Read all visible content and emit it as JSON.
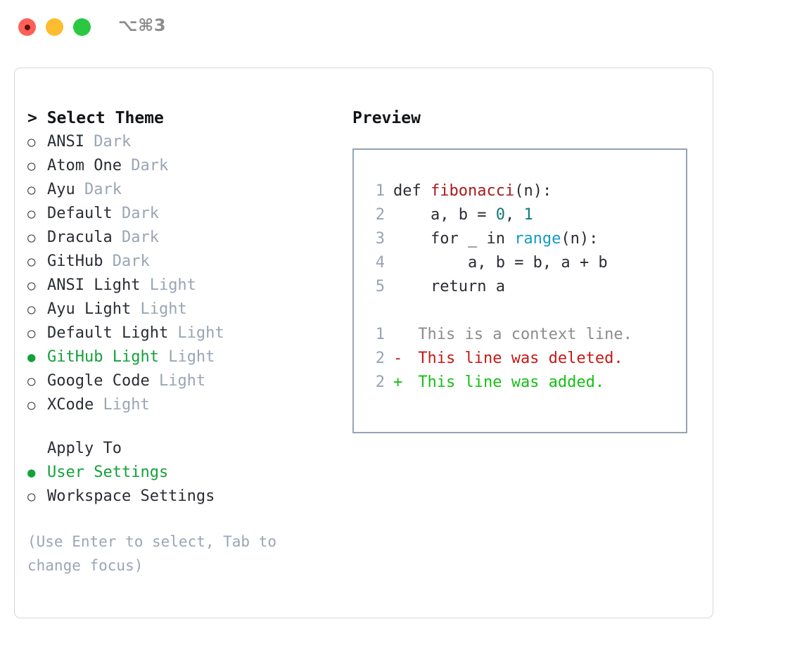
{
  "titlebar": {
    "shortcut": "⌥⌘3",
    "lights": [
      {
        "name": "close",
        "color": "#ff5f57"
      },
      {
        "name": "minimize",
        "color": "#febc2e"
      },
      {
        "name": "maximize",
        "color": "#28c840"
      }
    ]
  },
  "theme_list": {
    "header": "> Select Theme",
    "prompt": ">",
    "marker_unselected": "○",
    "marker_selected": "●",
    "items": [
      {
        "name": "ANSI",
        "tag": "Dark",
        "selected": false
      },
      {
        "name": "Atom One",
        "tag": "Dark",
        "selected": false
      },
      {
        "name": "Ayu",
        "tag": "Dark",
        "selected": false
      },
      {
        "name": "Default",
        "tag": "Dark",
        "selected": false
      },
      {
        "name": "Dracula",
        "tag": "Dark",
        "selected": false
      },
      {
        "name": "GitHub",
        "tag": "Dark",
        "selected": false
      },
      {
        "name": "ANSI Light",
        "tag": "Light",
        "selected": false
      },
      {
        "name": "Ayu Light",
        "tag": "Light",
        "selected": false
      },
      {
        "name": "Default Light",
        "tag": "Light",
        "selected": false
      },
      {
        "name": "GitHub Light",
        "tag": "Light",
        "selected": true
      },
      {
        "name": "Google Code",
        "tag": "Light",
        "selected": false
      },
      {
        "name": "XCode",
        "tag": "Light",
        "selected": false
      }
    ]
  },
  "apply_to": {
    "header": "Apply To",
    "items": [
      {
        "name": "User Settings",
        "selected": true
      },
      {
        "name": "Workspace Settings",
        "selected": false
      }
    ]
  },
  "hint": "(Use Enter to select, Tab to change focus)",
  "preview": {
    "header": "Preview",
    "code_lines": [
      {
        "number": "1",
        "tokens": [
          {
            "text": "def ",
            "kind": "plain"
          },
          {
            "text": "fibonacci",
            "kind": "fn"
          },
          {
            "text": "(n):",
            "kind": "plain"
          }
        ]
      },
      {
        "number": "2",
        "tokens": [
          {
            "text": "    a, b = ",
            "kind": "plain"
          },
          {
            "text": "0",
            "kind": "num"
          },
          {
            "text": ", ",
            "kind": "plain"
          },
          {
            "text": "1",
            "kind": "num"
          }
        ]
      },
      {
        "number": "3",
        "tokens": [
          {
            "text": "    for _ in ",
            "kind": "plain"
          },
          {
            "text": "range",
            "kind": "call"
          },
          {
            "text": "(n):",
            "kind": "plain"
          }
        ]
      },
      {
        "number": "4",
        "tokens": [
          {
            "text": "        a, b = b, a + b",
            "kind": "plain"
          }
        ]
      },
      {
        "number": "5",
        "tokens": [
          {
            "text": "    return a",
            "kind": "plain"
          }
        ]
      }
    ],
    "diff_lines": [
      {
        "number": "1",
        "sign": " ",
        "text": " This is a context line.",
        "kind": "ctx"
      },
      {
        "number": "2",
        "sign": "-",
        "text": " This line was deleted.",
        "kind": "del"
      },
      {
        "number": "2",
        "sign": "+",
        "text": " This line was added.",
        "kind": "add"
      }
    ]
  },
  "colors": {
    "selected_green": "#14a03a",
    "tag_gray": "#9aa5b4",
    "text_dark": "#2a2d34",
    "fn_red": "#a81b1b",
    "num_teal": "#0f7a74",
    "call_cyan": "#1499c7",
    "diff_del": "#c41a16",
    "diff_add": "#14c014",
    "diff_ctx": "#8c8c8c",
    "border_panel": "#d4d7dd",
    "border_preview": "#97a3b4"
  }
}
